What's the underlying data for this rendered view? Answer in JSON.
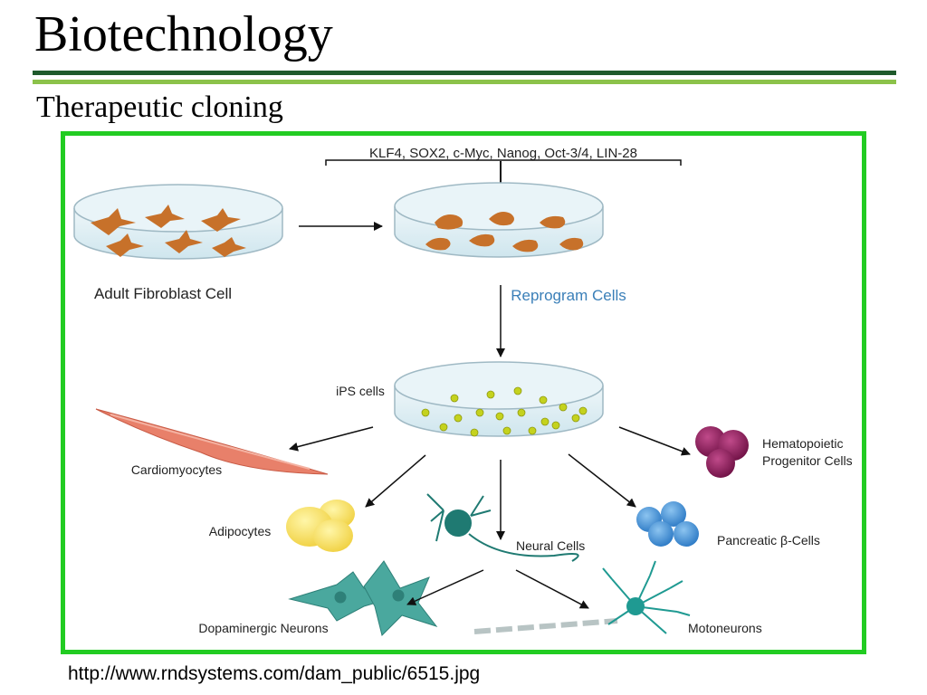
{
  "slide": {
    "title": "Biotechnology",
    "subtitle": "Therapeutic cloning",
    "source_url": "http://www.rndsystems.com/dam_public/6515.jpg"
  },
  "diagram": {
    "factors": "KLF4, SOX2, c-Myc, Nanog, Oct-3/4, LIN-28",
    "adult_fibroblast": "Adult Fibroblast Cell",
    "reprogram": "Reprogram Cells",
    "ips": "iPS cells",
    "cardiomyocytes": "Cardiomyocytes",
    "hematopoietic_line1": "Hematopoietic",
    "hematopoietic_line2": "Progenitor Cells",
    "adipocytes": "Adipocytes",
    "neural": "Neural Cells",
    "pancreatic": "Pancreatic β-Cells",
    "dopaminergic": "Dopaminergic Neurons",
    "motoneurons": "Motoneurons"
  },
  "colors": {
    "frame": "#22cc22",
    "fibroblast": "#c7712a",
    "ips_cluster": "#c4d21e",
    "reprogram_text": "#3a7fb8",
    "cardio": "#e8806a",
    "hematopoietic": "#8a1a57",
    "adipocyte": "#f5e060",
    "pancreatic": "#3d8ed4",
    "neural": "#1f7a72"
  }
}
